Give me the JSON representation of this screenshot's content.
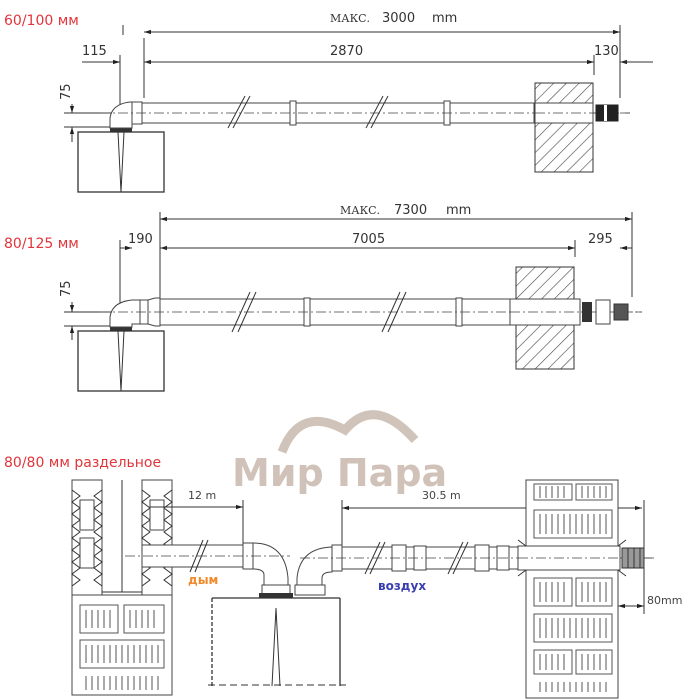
{
  "watermark": {
    "text": "Мир Пара",
    "color": "#c8b8ad"
  },
  "sections": [
    {
      "id": "coaxial-60-100",
      "title": "60/100 мм",
      "title_color": "#e0353b",
      "dimensions": {
        "max_total": "3000",
        "max_prefix": "МАКС.",
        "max_unit": "mm",
        "offset_left": "115",
        "pipe_length": "2870",
        "terminal_protrusion": "130",
        "vertical_offset": "75"
      }
    },
    {
      "id": "coaxial-80-125",
      "title": "80/125 мм",
      "title_color": "#e0353b",
      "dimensions": {
        "max_total": "7300",
        "max_prefix": "МАКС.",
        "max_unit": "mm",
        "offset_left": "190",
        "pipe_length": "7005",
        "terminal_protrusion": "295",
        "vertical_offset": "75"
      }
    },
    {
      "id": "separate-80-80",
      "title": "80/80 мм раздельное",
      "title_color": "#e0353b",
      "dimensions": {
        "flue_length": "12 m",
        "air_length": "30.5 m",
        "terminal_protrusion": "80mm"
      },
      "labels": {
        "flue": "дым",
        "flue_color": "#f08a2a",
        "air": "воздух",
        "air_color": "#3a3fb0"
      }
    }
  ]
}
